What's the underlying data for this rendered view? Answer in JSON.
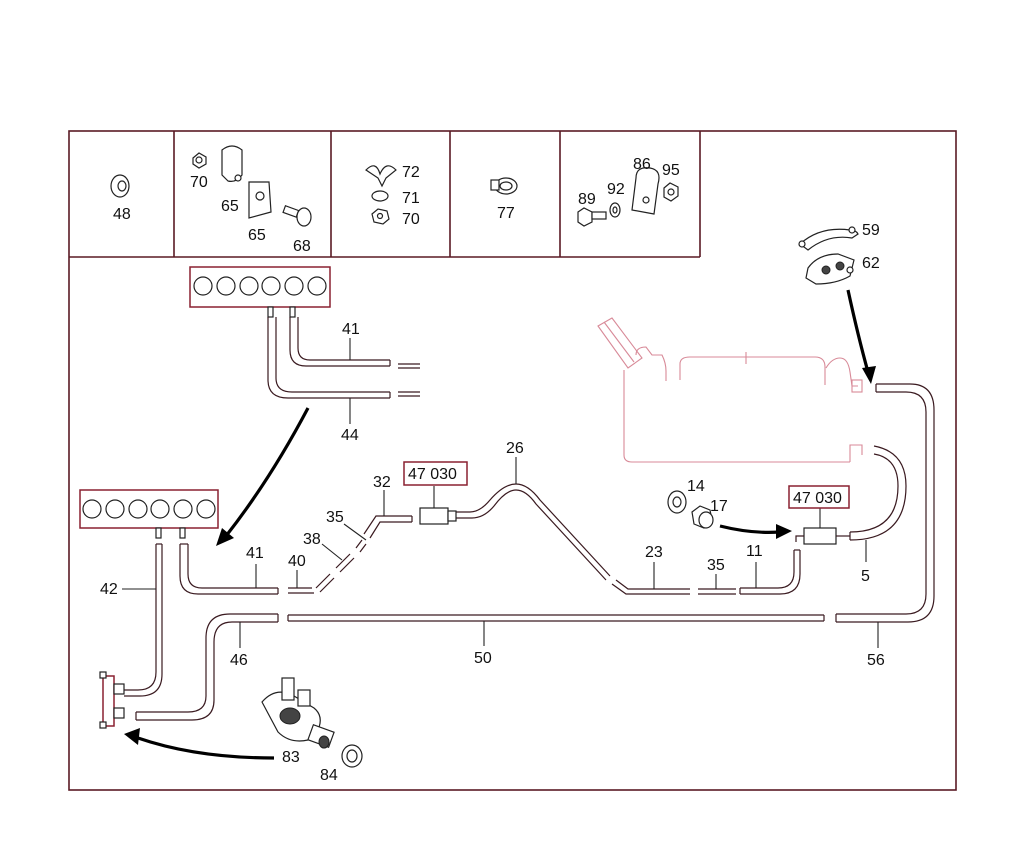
{
  "labels": {
    "n48": "48",
    "n70a": "70",
    "n65a": "65",
    "n65b": "65",
    "n68": "68",
    "n72": "72",
    "n71": "71",
    "n70b": "70",
    "n77": "77",
    "n86": "86",
    "n95": "95",
    "n89": "89",
    "n92": "92",
    "n59": "59",
    "n62": "62",
    "n41a": "41",
    "n44": "44",
    "n26": "26",
    "n32": "32",
    "n35a": "35",
    "n38": "38",
    "n40": "40",
    "n41b": "41",
    "n42": "42",
    "n14": "14",
    "n17": "17",
    "n23": "23",
    "n35b": "35",
    "n11": "11",
    "n5": "5",
    "n46": "46",
    "n50": "50",
    "n56": "56",
    "n83": "83",
    "n84": "84",
    "box1": "47 030",
    "box2": "47 030"
  },
  "colors": {
    "frame": "#5a1a24",
    "accent_red": "#8a2030",
    "outline_pink": "#d88a98"
  }
}
